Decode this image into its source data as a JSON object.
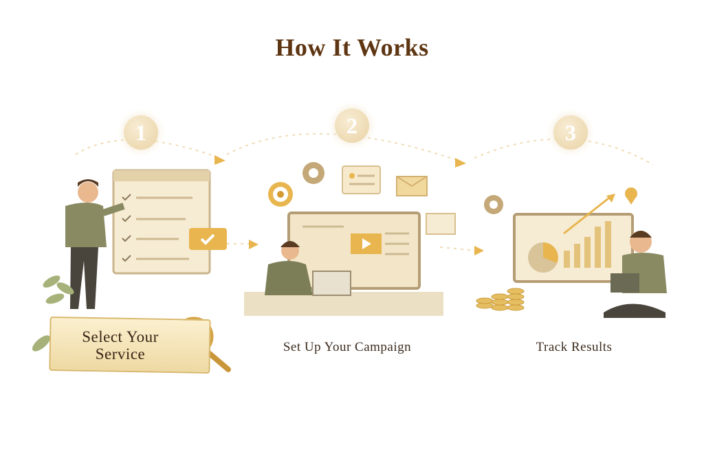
{
  "title": "How It Works",
  "steps": [
    {
      "number": "1",
      "label": "Select Your Service"
    },
    {
      "number": "2",
      "label": "Set Up Your Campaign"
    },
    {
      "number": "3",
      "label": "Track Results"
    }
  ],
  "colors": {
    "title": "#5e3512",
    "accent": "#e8b54e",
    "paper": "#f6ebd3",
    "shirt": "#8a8a62"
  }
}
